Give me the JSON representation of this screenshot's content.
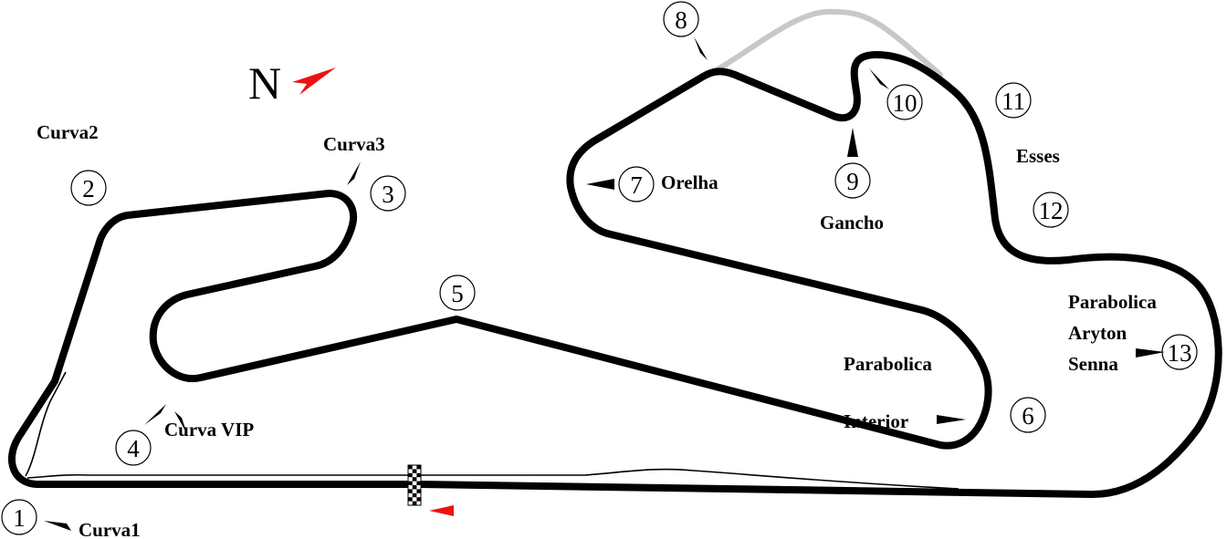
{
  "map": {
    "north_label": "N",
    "colors": {
      "track": "#000000",
      "pit_lane": "#000000",
      "old_section": "#c8c8c8",
      "arrows": "#ee1111"
    },
    "corners": [
      {
        "number": "1",
        "name": "Curva1"
      },
      {
        "number": "2",
        "name": "Curva2"
      },
      {
        "number": "3",
        "name": "Curva3"
      },
      {
        "number": "4",
        "name": "Curva VIP"
      },
      {
        "number": "5",
        "name": ""
      },
      {
        "number": "6",
        "name": "Parabolica Interior"
      },
      {
        "number": "7",
        "name": "Orelha"
      },
      {
        "number": "8",
        "name": ""
      },
      {
        "number": "9",
        "name": "Gancho"
      },
      {
        "number": "10",
        "name": ""
      },
      {
        "number": "11",
        "name": ""
      },
      {
        "number": "12",
        "name": ""
      },
      {
        "number": "13",
        "name": "Parabolica Aryton Senna"
      }
    ],
    "labels": {
      "curva1": "Curva1",
      "curva2": "Curva2",
      "curva3": "Curva3",
      "curva_vip": "Curva VIP",
      "orelha": "Orelha",
      "gancho": "Gancho",
      "esses": "Esses",
      "parabolica_interior_1": "Parabolica",
      "parabolica_interior_2": "Interior",
      "parabolica_senna_1": "Parabolica",
      "parabolica_senna_2": "Aryton",
      "parabolica_senna_3": "Senna"
    }
  }
}
